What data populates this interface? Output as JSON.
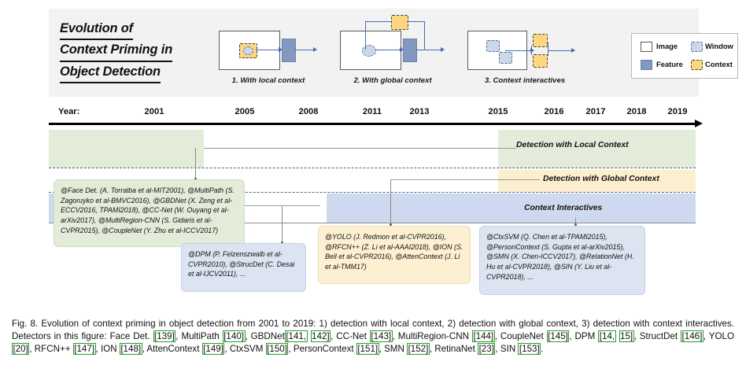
{
  "figure": {
    "title_lines": [
      "Evolution of",
      "Context Priming in",
      "Object Detection"
    ],
    "panels": [
      {
        "caption": "1. With local context"
      },
      {
        "caption": "2. With global context"
      },
      {
        "caption": "3. Context interactives"
      }
    ],
    "legend": {
      "items": [
        {
          "name": "image-swatch",
          "label": "Image",
          "color": "#ffffff"
        },
        {
          "name": "window-swatch",
          "label": "Window",
          "color": "#ccd7ea"
        },
        {
          "name": "feature-swatch",
          "label": "Feature",
          "color": "#8199bf"
        },
        {
          "name": "context-swatch",
          "label": "Context",
          "color": "#fcd77f"
        }
      ]
    },
    "axis": {
      "label": "Year:",
      "years": [
        "2001",
        "2005",
        "2008",
        "2011",
        "2013",
        "2015",
        "2016",
        "2017",
        "2018",
        "2019"
      ],
      "year_x": [
        196,
        311,
        392,
        473,
        533,
        633,
        704,
        757,
        809,
        861
      ]
    },
    "bands": [
      {
        "name": "local-context",
        "label": "Detection with Local Context",
        "color": "#e3ecd9"
      },
      {
        "name": "global-context",
        "label": "Detection with Global Context",
        "color": "#fcefd0"
      },
      {
        "name": "context-interactives",
        "label": "Context Interactives",
        "color": "#ccd9ef"
      }
    ],
    "notes": [
      {
        "name": "local-context-note",
        "color": "#e3ecd9",
        "text": "@Face Det. (A. Torralba et al-MIT2001), @MultiPath (S. Zagoruyko et al-BMVC2016), @GBDNet (X. Zeng et al-ECCV2016, TPAMI2018), @CC-Net (W. Ouyang et al-arXiv2017), @MultiRegion-CNN (S. Gidaris et al-CVPR2015), @CoupleNet (Y. Zhu et al-ICCV2017)"
      },
      {
        "name": "dpm-note",
        "color": "#dce3f1",
        "text": "@DPM (P. Felzenszwalb et al-CVPR2010), @StrucDet (C. Desai et al-IJCV2011), ..."
      },
      {
        "name": "global-context-note",
        "color": "#fdf0d2",
        "text": "@YOLO (J. Redmon et al-CVPR2016), @RFCN++ (Z. Li et al-AAAI2018), @ION (S. Bell et al-CVPR2016), @AttenContext (J. Li et al-TMM17)"
      },
      {
        "name": "context-interactives-note",
        "color": "#dce3f1",
        "text": "@CtxSVM (Q. Chen et al-TPAMI2015), @PersonContext (S. Gupta et al-arXiv2015), @SMN (X. Chen-ICCV2017), @RelationNet (H. Hu et al-CVPR2018), @SIN (Y. Liu et al-CVPR2018), ..."
      }
    ]
  },
  "caption": {
    "parts": [
      {
        "t": "Fig. 8.  Evolution of context priming in object detection from 2001 to 2019: 1) detection with local context, 2) detection with global context, 3) detection with context interactives. Detectors in this figure: Face Det. ",
        "cite": false
      },
      {
        "t": "[139]",
        "cite": true
      },
      {
        "t": ", MultiPath ",
        "cite": false
      },
      {
        "t": "[140]",
        "cite": true
      },
      {
        "t": ", GBDNet",
        "cite": false
      },
      {
        "t": "[141,",
        "cite": true
      },
      {
        "t": " ",
        "cite": false
      },
      {
        "t": "142]",
        "cite": true
      },
      {
        "t": ", CC-Net ",
        "cite": false
      },
      {
        "t": "[143]",
        "cite": true
      },
      {
        "t": ", MultiRegion-CNN ",
        "cite": false
      },
      {
        "t": "[144]",
        "cite": true
      },
      {
        "t": ", CoupleNet ",
        "cite": false
      },
      {
        "t": "[145]",
        "cite": true
      },
      {
        "t": ", DPM ",
        "cite": false
      },
      {
        "t": "[14,",
        "cite": true
      },
      {
        "t": " ",
        "cite": false
      },
      {
        "t": "15]",
        "cite": true
      },
      {
        "t": ", StructDet ",
        "cite": false
      },
      {
        "t": "[146]",
        "cite": true
      },
      {
        "t": ", YOLO ",
        "cite": false
      },
      {
        "t": "[20]",
        "cite": true
      },
      {
        "t": ", RFCN++ ",
        "cite": false
      },
      {
        "t": "[147]",
        "cite": true
      },
      {
        "t": ", ION ",
        "cite": false
      },
      {
        "t": "[148]",
        "cite": true
      },
      {
        "t": ", AttenContext ",
        "cite": false
      },
      {
        "t": "[149]",
        "cite": true
      },
      {
        "t": ", CtxSVM ",
        "cite": false
      },
      {
        "t": "[150]",
        "cite": true
      },
      {
        "t": ", PersonContext ",
        "cite": false
      },
      {
        "t": "[151]",
        "cite": true
      },
      {
        "t": ", SMN ",
        "cite": false
      },
      {
        "t": "[152]",
        "cite": true
      },
      {
        "t": ", RetinaNet ",
        "cite": false
      },
      {
        "t": "[23]",
        "cite": true
      },
      {
        "t": ", SIN ",
        "cite": false
      },
      {
        "t": "[153]",
        "cite": true
      },
      {
        "t": ".",
        "cite": false
      }
    ]
  }
}
